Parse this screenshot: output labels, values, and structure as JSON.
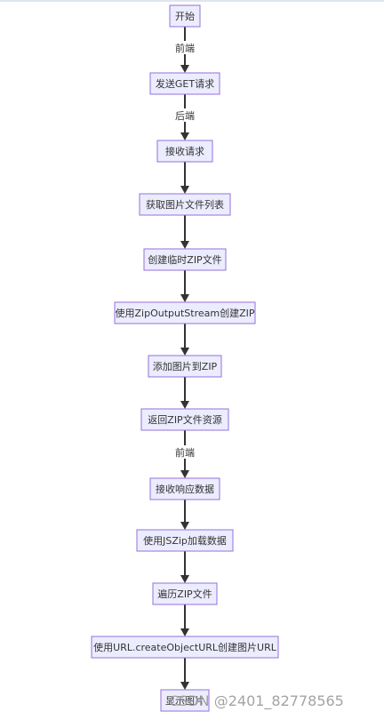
{
  "nodes": [
    {
      "id": "start",
      "label": "开始"
    },
    {
      "id": "send_get",
      "label": "发送GET请求"
    },
    {
      "id": "recv_req",
      "label": "接收请求"
    },
    {
      "id": "get_list",
      "label": "获取图片文件列表"
    },
    {
      "id": "create_zip",
      "label": "创建临时ZIP文件"
    },
    {
      "id": "zip_stream",
      "label": "使用ZipOutputStream创建ZIP"
    },
    {
      "id": "add_images",
      "label": "添加图片到ZIP"
    },
    {
      "id": "return_zip",
      "label": "返回ZIP文件资源"
    },
    {
      "id": "recv_resp",
      "label": "接收响应数据"
    },
    {
      "id": "jszip_load",
      "label": "使用JSZip加载数据"
    },
    {
      "id": "iterate_zip",
      "label": "遍历ZIP文件"
    },
    {
      "id": "create_url",
      "label": "使用URL.createObjectURL创建图片URL"
    },
    {
      "id": "show",
      "label": "显示图片"
    }
  ],
  "edges": [
    {
      "from": "start",
      "to": "send_get",
      "label": "前端"
    },
    {
      "from": "send_get",
      "to": "recv_req",
      "label": "后端"
    },
    {
      "from": "recv_req",
      "to": "get_list",
      "label": ""
    },
    {
      "from": "get_list",
      "to": "create_zip",
      "label": ""
    },
    {
      "from": "create_zip",
      "to": "zip_stream",
      "label": ""
    },
    {
      "from": "zip_stream",
      "to": "add_images",
      "label": ""
    },
    {
      "from": "add_images",
      "to": "return_zip",
      "label": ""
    },
    {
      "from": "return_zip",
      "to": "recv_resp",
      "label": "前端"
    },
    {
      "from": "recv_resp",
      "to": "jszip_load",
      "label": ""
    },
    {
      "from": "jszip_load",
      "to": "iterate_zip",
      "label": ""
    },
    {
      "from": "iterate_zip",
      "to": "create_url",
      "label": ""
    },
    {
      "from": "create_url",
      "to": "show",
      "label": ""
    }
  ],
  "watermark": "CSDN @2401_82778565",
  "colors": {
    "node_fill": "#ECECFF",
    "node_stroke": "#9370DB",
    "edge": "#333333"
  }
}
